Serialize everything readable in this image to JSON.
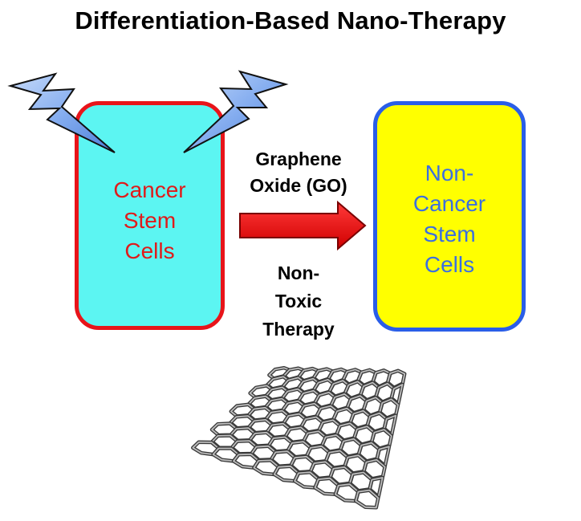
{
  "title": "Differentiation-Based  Nano-Therapy",
  "left_box": {
    "lines": [
      "Cancer",
      "Stem",
      "Cells"
    ],
    "fill": "#5cf5f2",
    "border": "#e8141a",
    "text_color": "#e01a1a"
  },
  "right_box": {
    "lines": [
      "Non-",
      "Cancer",
      "Stem",
      "Cells"
    ],
    "fill": "#ffff00",
    "border": "#2a5ee8",
    "text_color": "#3b6fe0"
  },
  "arrow_label_top": [
    "Graphene",
    "Oxide (GO)"
  ],
  "arrow_label_bottom": [
    "Non-",
    "Toxic",
    "Therapy"
  ],
  "arrow": {
    "fill": "#ee0d0d",
    "stroke": "#8a0000"
  },
  "lightning": {
    "fill": "#7ba7f0",
    "stroke": "#0a0a0a",
    "count": 2
  },
  "icons": [
    "lightning-bolt-icon",
    "right-arrow-icon",
    "graphene-lattice-icon"
  ]
}
